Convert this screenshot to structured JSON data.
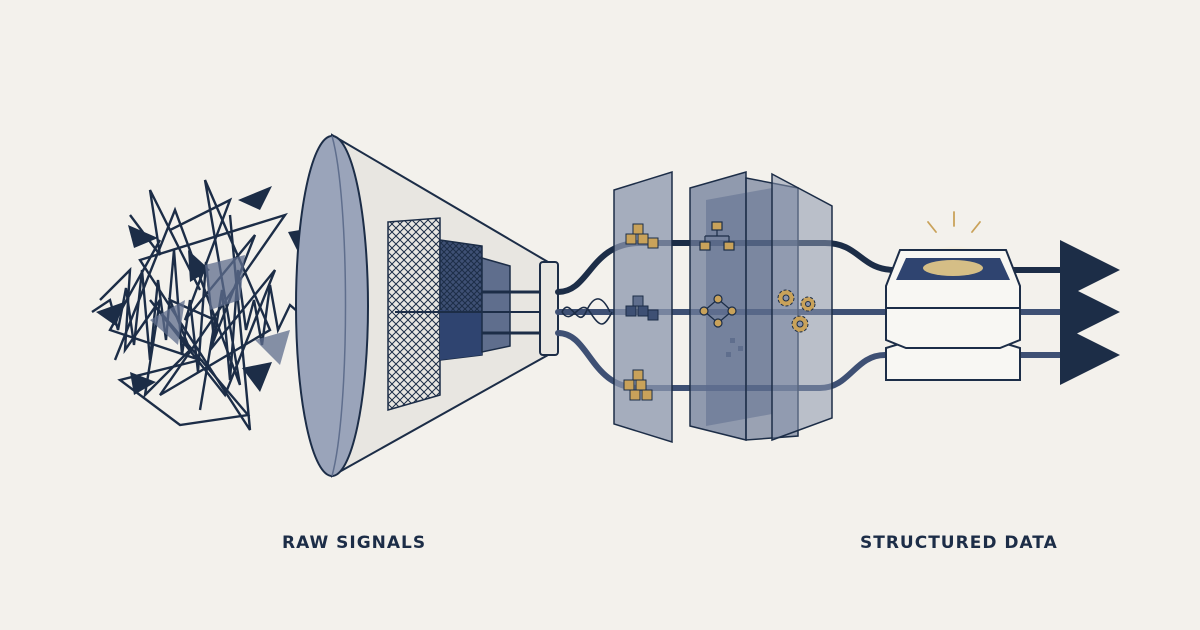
{
  "labels": {
    "input": "RAW SIGNALS",
    "output": "STRUCTURED DATA"
  },
  "palette": {
    "background": "#f3f1ec",
    "navy": "#1c2d47",
    "slate": "#5f6e8d",
    "panel": "#8b95ad",
    "gold": "#c9a25a"
  },
  "stages": [
    {
      "name": "noise-scribble"
    },
    {
      "name": "funnel"
    },
    {
      "name": "filter-meshes"
    },
    {
      "name": "processing-panels",
      "icons": [
        "cubes-icon",
        "cubes-icon",
        "cubes-icon",
        "hierarchy-icon",
        "network-icon",
        "gears-icon"
      ]
    },
    {
      "name": "output-trays",
      "count": 3
    }
  ]
}
